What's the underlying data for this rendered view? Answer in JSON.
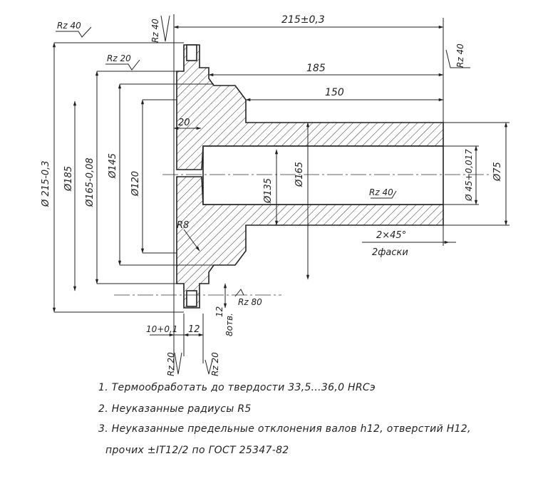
{
  "dimensions": {
    "length_total": "215±0,3",
    "len_185": "185",
    "len_150": "150",
    "len_20": "20",
    "dia_215": "Ø 215-0,3",
    "dia_185": "Ø185",
    "dia_165_tol": "Ø165-0,08",
    "dia_145": "Ø145",
    "dia_120": "Ø120",
    "dia_135": "Ø135",
    "dia_165": "Ø165",
    "dia_45": "Ø 45+0,017",
    "dia_75": "Ø75",
    "radius_r8": "R8",
    "chamfer": "2×45°",
    "chamfer_note": "2фаски",
    "hole_12": "12",
    "holes_count": "8отв.",
    "width_10": "10+0,1",
    "width_12": "12"
  },
  "roughness": {
    "rz40_top_left": "Rz 40",
    "rz40_flange": "Rz 40",
    "rz20_hub": "Rz 20",
    "rz40_right": "Rz 40",
    "rz40_bore": "Rz 40",
    "rz80": "Rz 80",
    "rz20_bottom_left": "Rz 20",
    "rz20_bottom_right": "Rz 20"
  },
  "notes": {
    "note1": "1. Термообработать до твердости 33,5...36,0 HRCэ",
    "note2": "2. Неуказанные радиусы R5",
    "note3": "3. Неуказанные предельные отклонения валов h12, отверстий H12,",
    "note4": "прочих ±IT12/2 по ГОСТ 25347-82"
  }
}
